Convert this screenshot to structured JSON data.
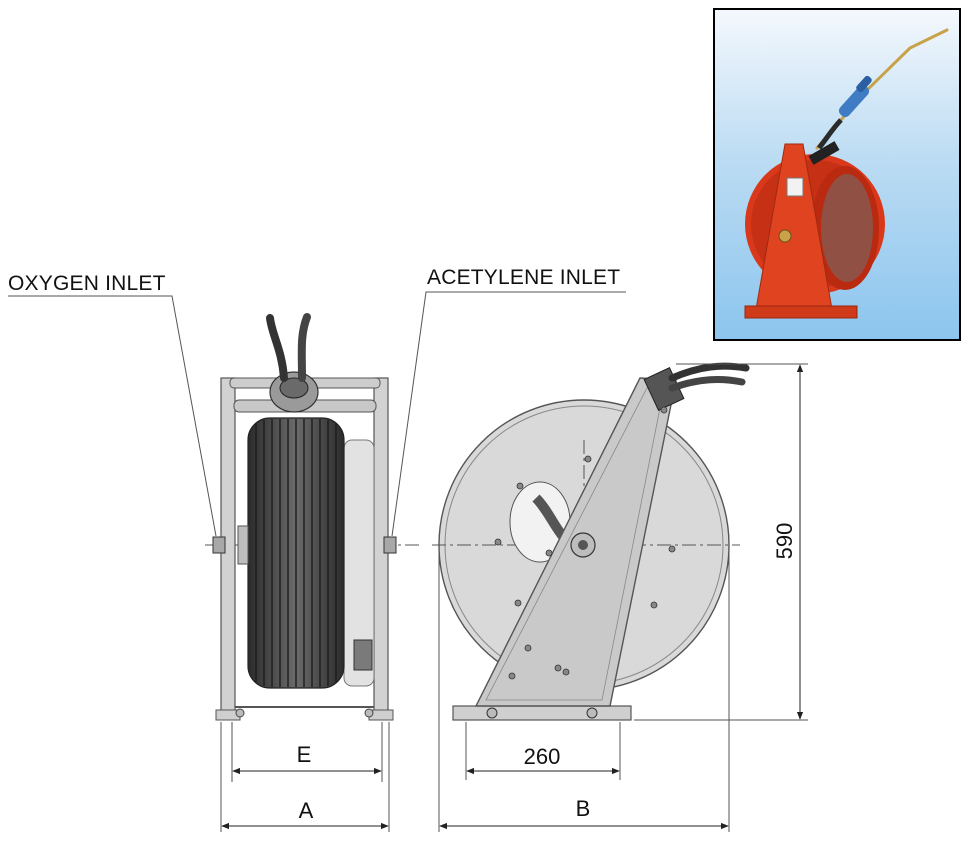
{
  "labels": {
    "oxygen_inlet": "OXYGEN INLET",
    "acetylene_inlet": "ACETYLENE INLET"
  },
  "dimensions": {
    "e": "E",
    "a": "A",
    "b": "B",
    "base_width": "260",
    "height": "590"
  },
  "colors": {
    "reel_red": "#d93a1c",
    "metal_grey": "#d7d7d7",
    "hose_dark": "#3d3d3d",
    "photo_bg": "#9fd0f2"
  },
  "photo": {
    "icon": "red-hose-reel-photo-icon"
  }
}
